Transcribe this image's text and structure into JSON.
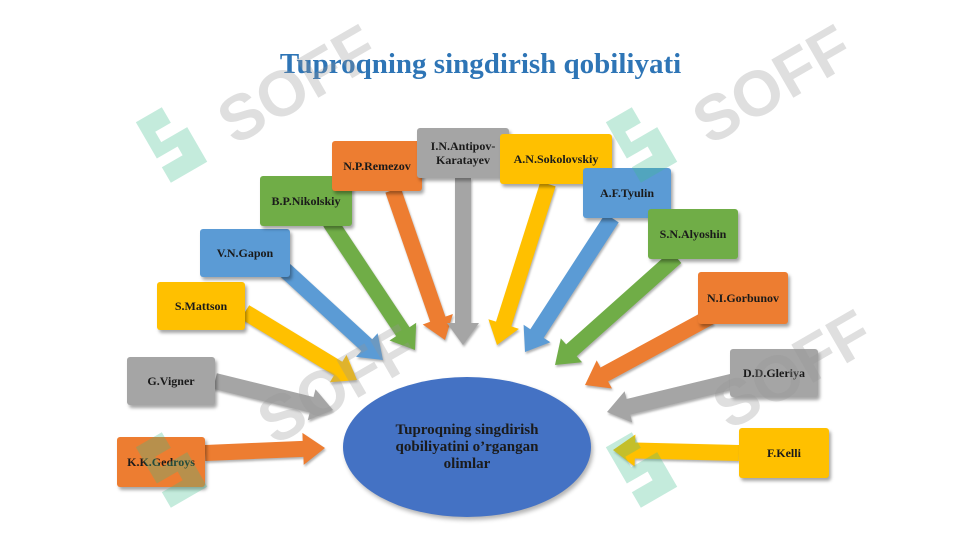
{
  "slide": {
    "title": "Tuproqning singdirish qobiliyati",
    "center_text": "Tuproqning singdirish qobiliyatini o’rgangan olimlar",
    "watermark": "SOFF"
  },
  "scientists": [
    {
      "name": "K.K.Gedroys",
      "color": "#ED7D31"
    },
    {
      "name": "G.Vigner",
      "color": "#A5A5A5"
    },
    {
      "name": "S.Mattson",
      "color": "#FFC000"
    },
    {
      "name": "V.N.Gapon",
      "color": "#5B9BD5"
    },
    {
      "name": "B.P.Nikolskiy",
      "color": "#70AD47"
    },
    {
      "name": "N.P.Remezov",
      "color": "#ED7D31"
    },
    {
      "name": "I.N.Antipov-Karatayev",
      "color": "#A5A5A5"
    },
    {
      "name": "A.N.Sokolovskiy",
      "color": "#FFC000"
    },
    {
      "name": "A.F.Tyulin",
      "color": "#5B9BD5"
    },
    {
      "name": "S.N.Alyoshin",
      "color": "#70AD47"
    },
    {
      "name": "N.I.Gorbunov",
      "color": "#ED7D31"
    },
    {
      "name": "D.D.Gleriya",
      "color": "#A5A5A5"
    },
    {
      "name": "F.Kelli",
      "color": "#FFC000"
    }
  ],
  "colors": {
    "title": "#2E75B6",
    "center": "#4472C4"
  }
}
